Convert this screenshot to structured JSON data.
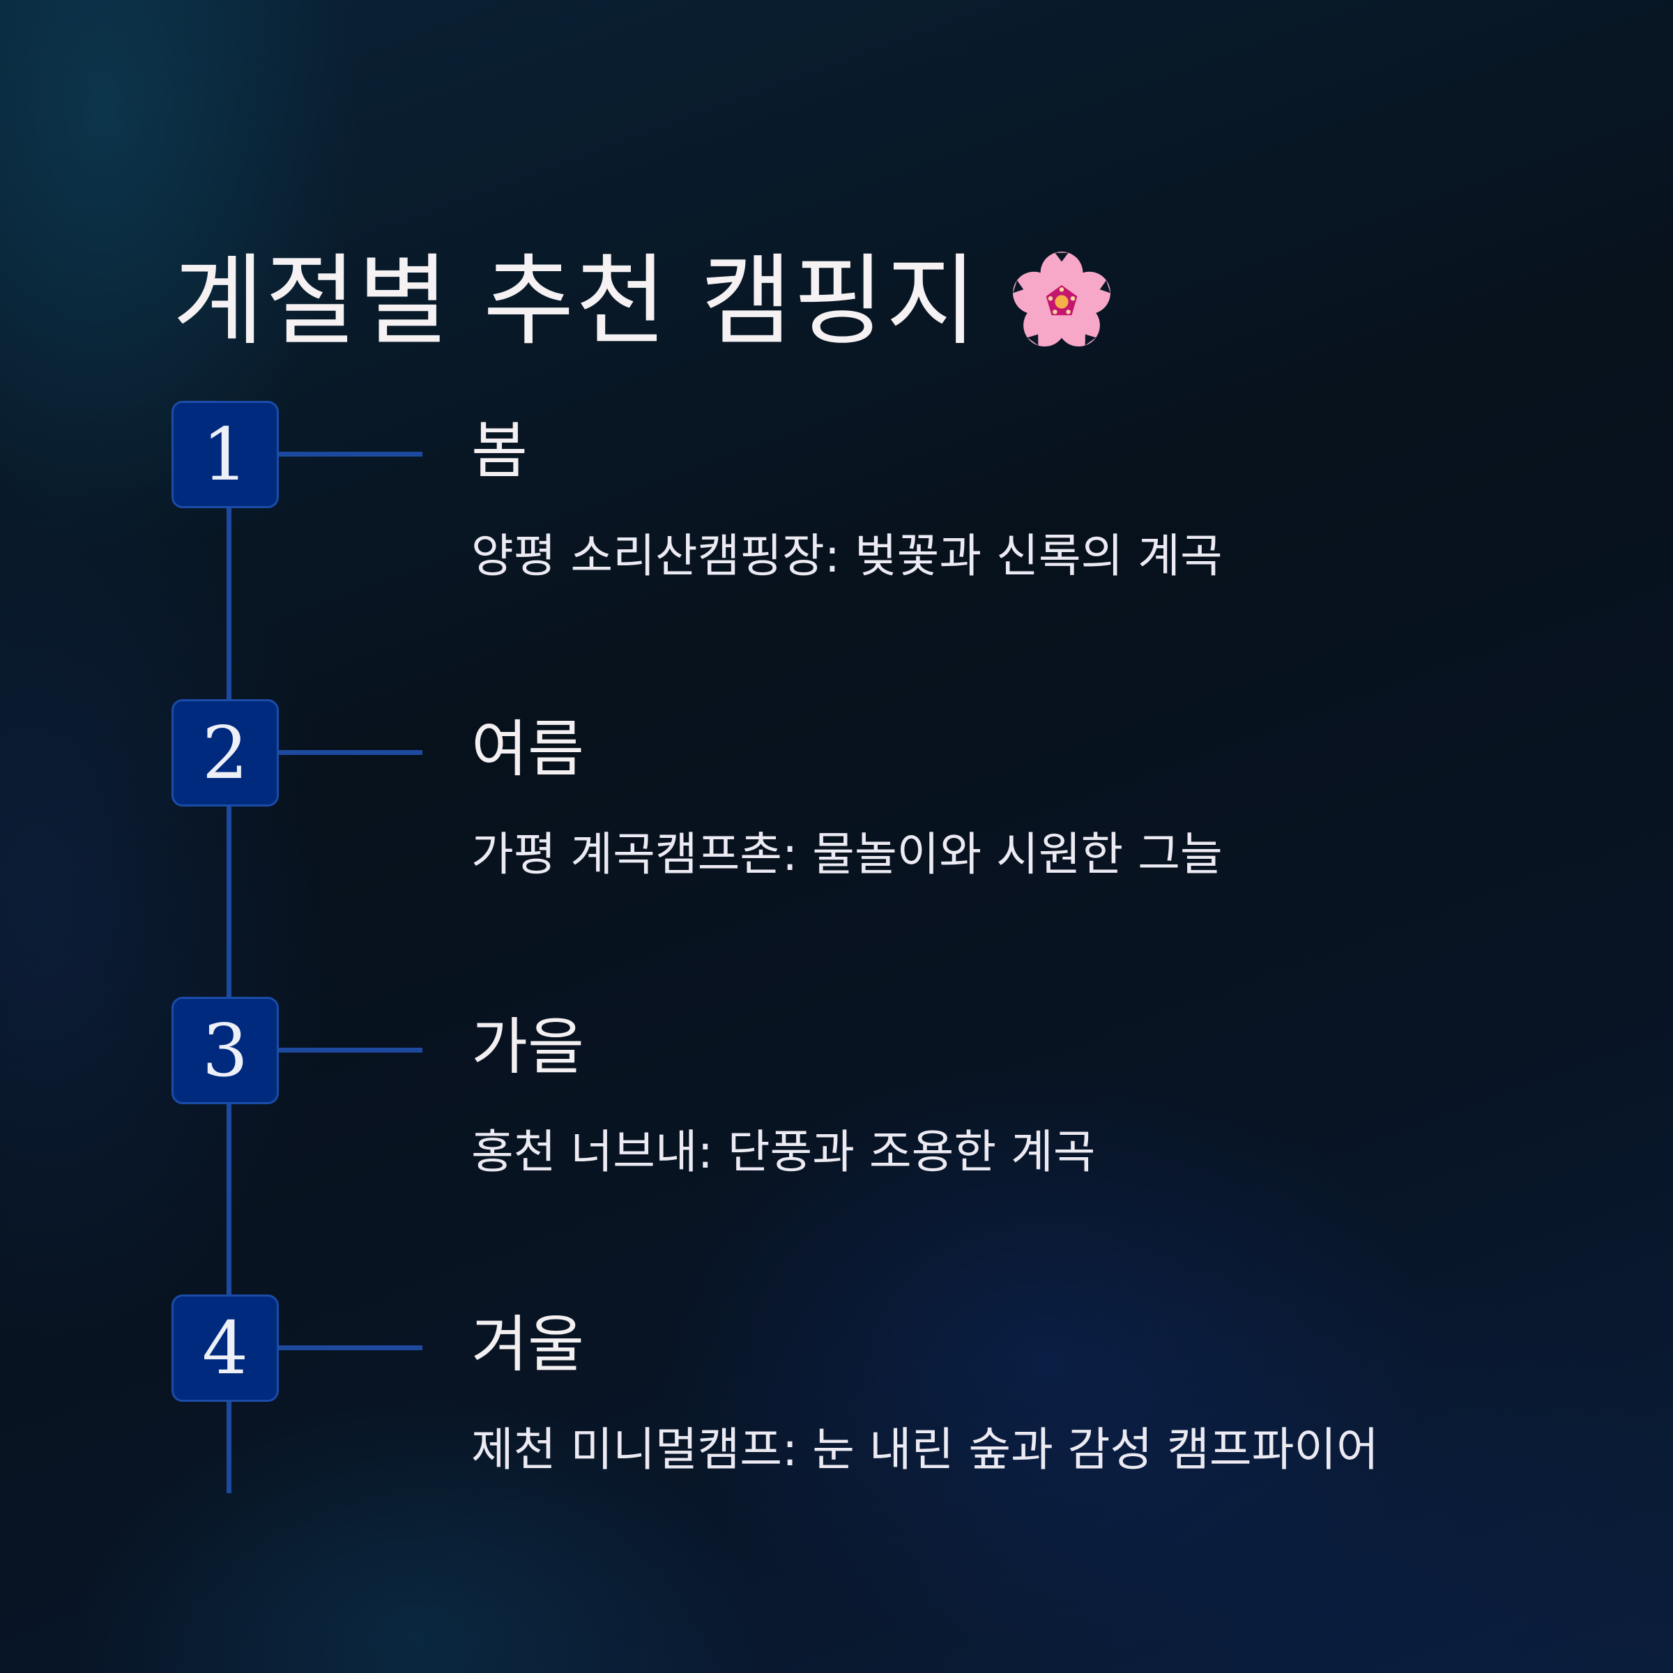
{
  "page": {
    "title": "계절별 추천 캠핑지",
    "title_icon": "cherry-blossom-icon"
  },
  "colors": {
    "badge_fill": "#002a7e",
    "line": "#1d4a9f",
    "text": "#f2f0f3"
  },
  "steps": [
    {
      "number": "1",
      "season": "봄",
      "description": "양평 소리산캠핑장: 벚꽃과 신록의 계곡"
    },
    {
      "number": "2",
      "season": "여름",
      "description": "가평 계곡캠프촌: 물놀이와 시원한 그늘"
    },
    {
      "number": "3",
      "season": "가을",
      "description": "홍천 너브내: 단풍과 조용한 계곡"
    },
    {
      "number": "4",
      "season": "겨울",
      "description": "제천 미니멀캠프: 눈 내린 숲과 감성 캠프파이어"
    }
  ]
}
